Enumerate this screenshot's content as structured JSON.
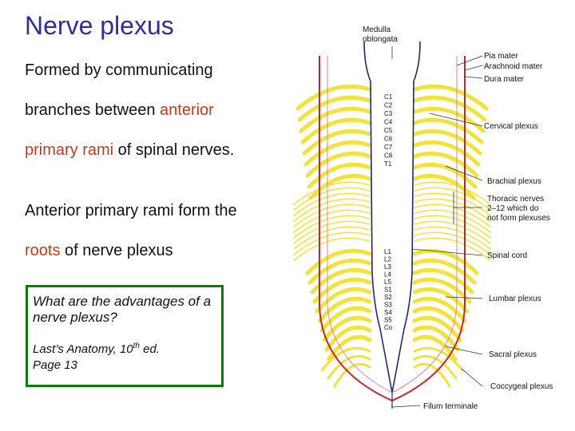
{
  "title": "Nerve plexus",
  "paragraph1": {
    "line1": "Formed by communicating",
    "line2a": "branches between ",
    "line2b": "anterior",
    "line3a": "primary rami",
    "line3b": " of spinal nerves."
  },
  "paragraph2": {
    "line1": "Anterior primary rami form the",
    "line2a": "roots",
    "line2b": " of nerve plexus"
  },
  "question_box": {
    "question": "What are the advantages of a nerve plexus?",
    "reference_line1_pre": "Last’s Anatomy, 10",
    "reference_sup": "th",
    "reference_line1_post": " ed.",
    "reference_line2": "Page 13"
  },
  "diagram": {
    "medulla_line1": "Medulla",
    "medulla_line2": "oblongata",
    "pia_mater": "Pia mater",
    "arachnoid_mater": "Arachnoid mater",
    "dura_mater": "Dura mater",
    "cervical_plexus": "Cervical plexus",
    "brachial_plexus": "Brachial plexus",
    "thoracic_line1": "Thoracic nerves",
    "thoracic_line2": "2–12 which do",
    "thoracic_line3": "not form plexuses",
    "spinal_cord": "Spinal cord",
    "lumbar_plexus": "Lumbar plexus",
    "sacral_plexus": "Sacral plexus",
    "coccygeal_plexus": "Coccygeal plexus",
    "filum_terminale": "Filum terminale",
    "segments_upper": [
      "C1",
      "C2",
      "C3",
      "C4",
      "C5",
      "C6",
      "C7",
      "C8",
      "T1"
    ],
    "segments_lower": [
      "L1",
      "L2",
      "L3",
      "L4",
      "L5",
      "S1",
      "S2",
      "S3",
      "S4",
      "S5",
      "Co"
    ]
  },
  "colors": {
    "title": "#2e3192",
    "accent": "#c8391a",
    "box_border": "#0a7a0a",
    "nerve": "#f3e23a",
    "dura": "#c0272d",
    "cord": "#1f2a6b"
  }
}
